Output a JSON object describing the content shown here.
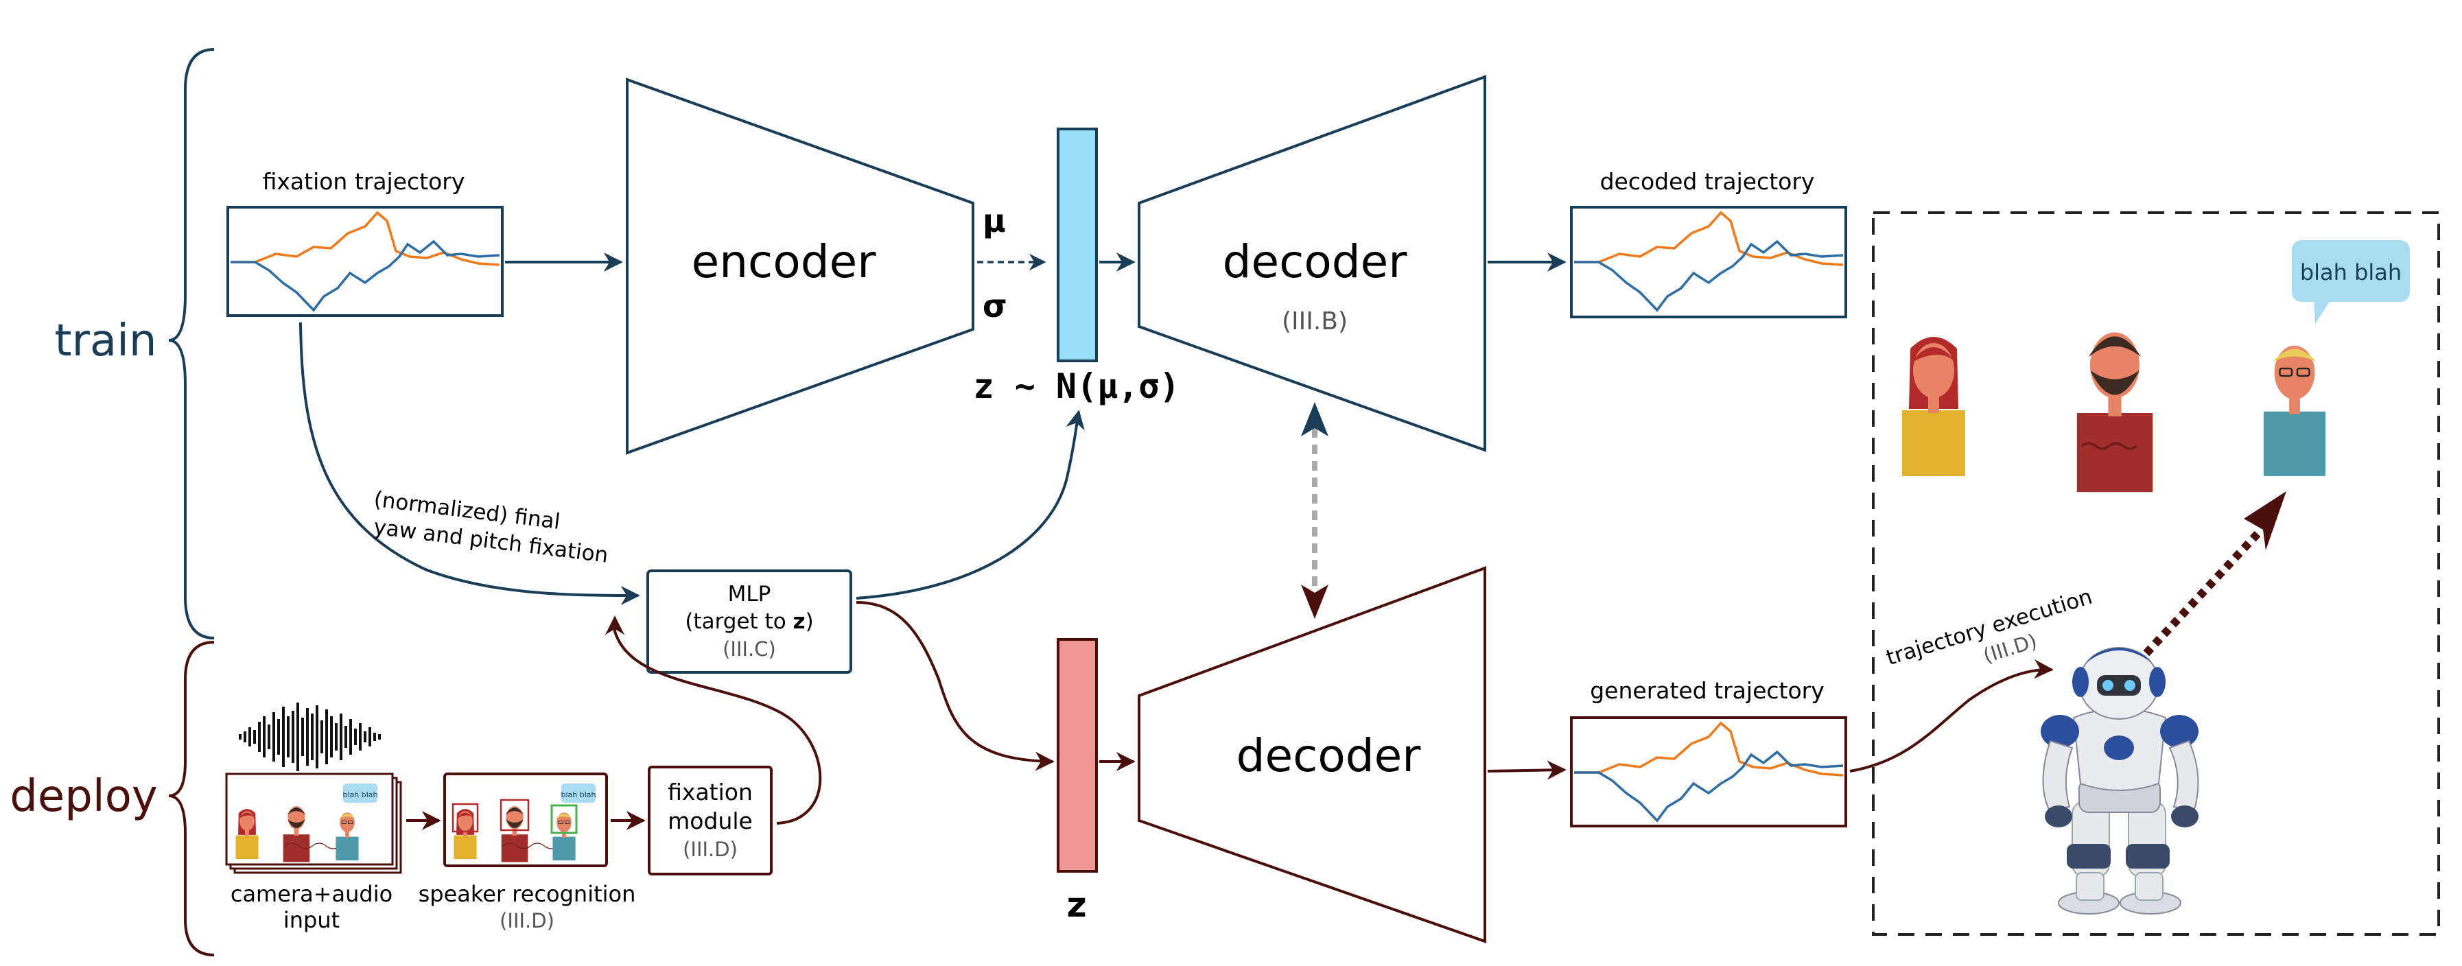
{
  "phases": {
    "train": "train",
    "deploy": "deploy"
  },
  "train": {
    "input_label": "fixation trajectory",
    "encoder": "encoder",
    "mu": "μ",
    "sigma": "σ",
    "latent_eq": "z ~ N(μ,σ)",
    "decoder": "decoder",
    "decoder_ref": "(III.B)",
    "output_label": "decoded trajectory",
    "curve_label_line1": "(normalized) final",
    "curve_label_line2": "yaw and pitch fixation"
  },
  "mlp": {
    "title": "MLP",
    "subtitle_prefix": "(target to ",
    "subtitle_bold": "z",
    "subtitle_suffix": ")",
    "ref": "(III.C)"
  },
  "deploy": {
    "camera_label_line1": "camera+audio",
    "camera_label_line2": "input",
    "speaker_label": "speaker recognition",
    "speaker_ref": "(III.D)",
    "fixation_module_line1": "fixation",
    "fixation_module_line2": "module",
    "fixation_module_ref": "(III.D)",
    "z_label": "z",
    "decoder": "decoder",
    "output_label": "generated trajectory",
    "execution_label": "trajectory execution",
    "execution_ref": "(III.D)",
    "small_bubble": "blah blah"
  },
  "scene": {
    "speech_bubble": "blah blah"
  },
  "colors": {
    "train": "#1a3d57",
    "deploy": "#4a0f0a",
    "latent_train": "#99def7",
    "latent_deploy": "#f09595",
    "orange": "#f07a1a",
    "blue": "#2e6da4",
    "gray_arrow": "#aaaaaa",
    "woman_shirt": "#e3b22f",
    "man_shirt": "#a02e2a",
    "guy_shirt": "#4f9aaa",
    "bubble": "#a9dcf2"
  },
  "icons": [
    "audio-waveform-icon",
    "woman-icon",
    "bearded-man-icon",
    "glasses-man-icon",
    "robot-icon"
  ]
}
